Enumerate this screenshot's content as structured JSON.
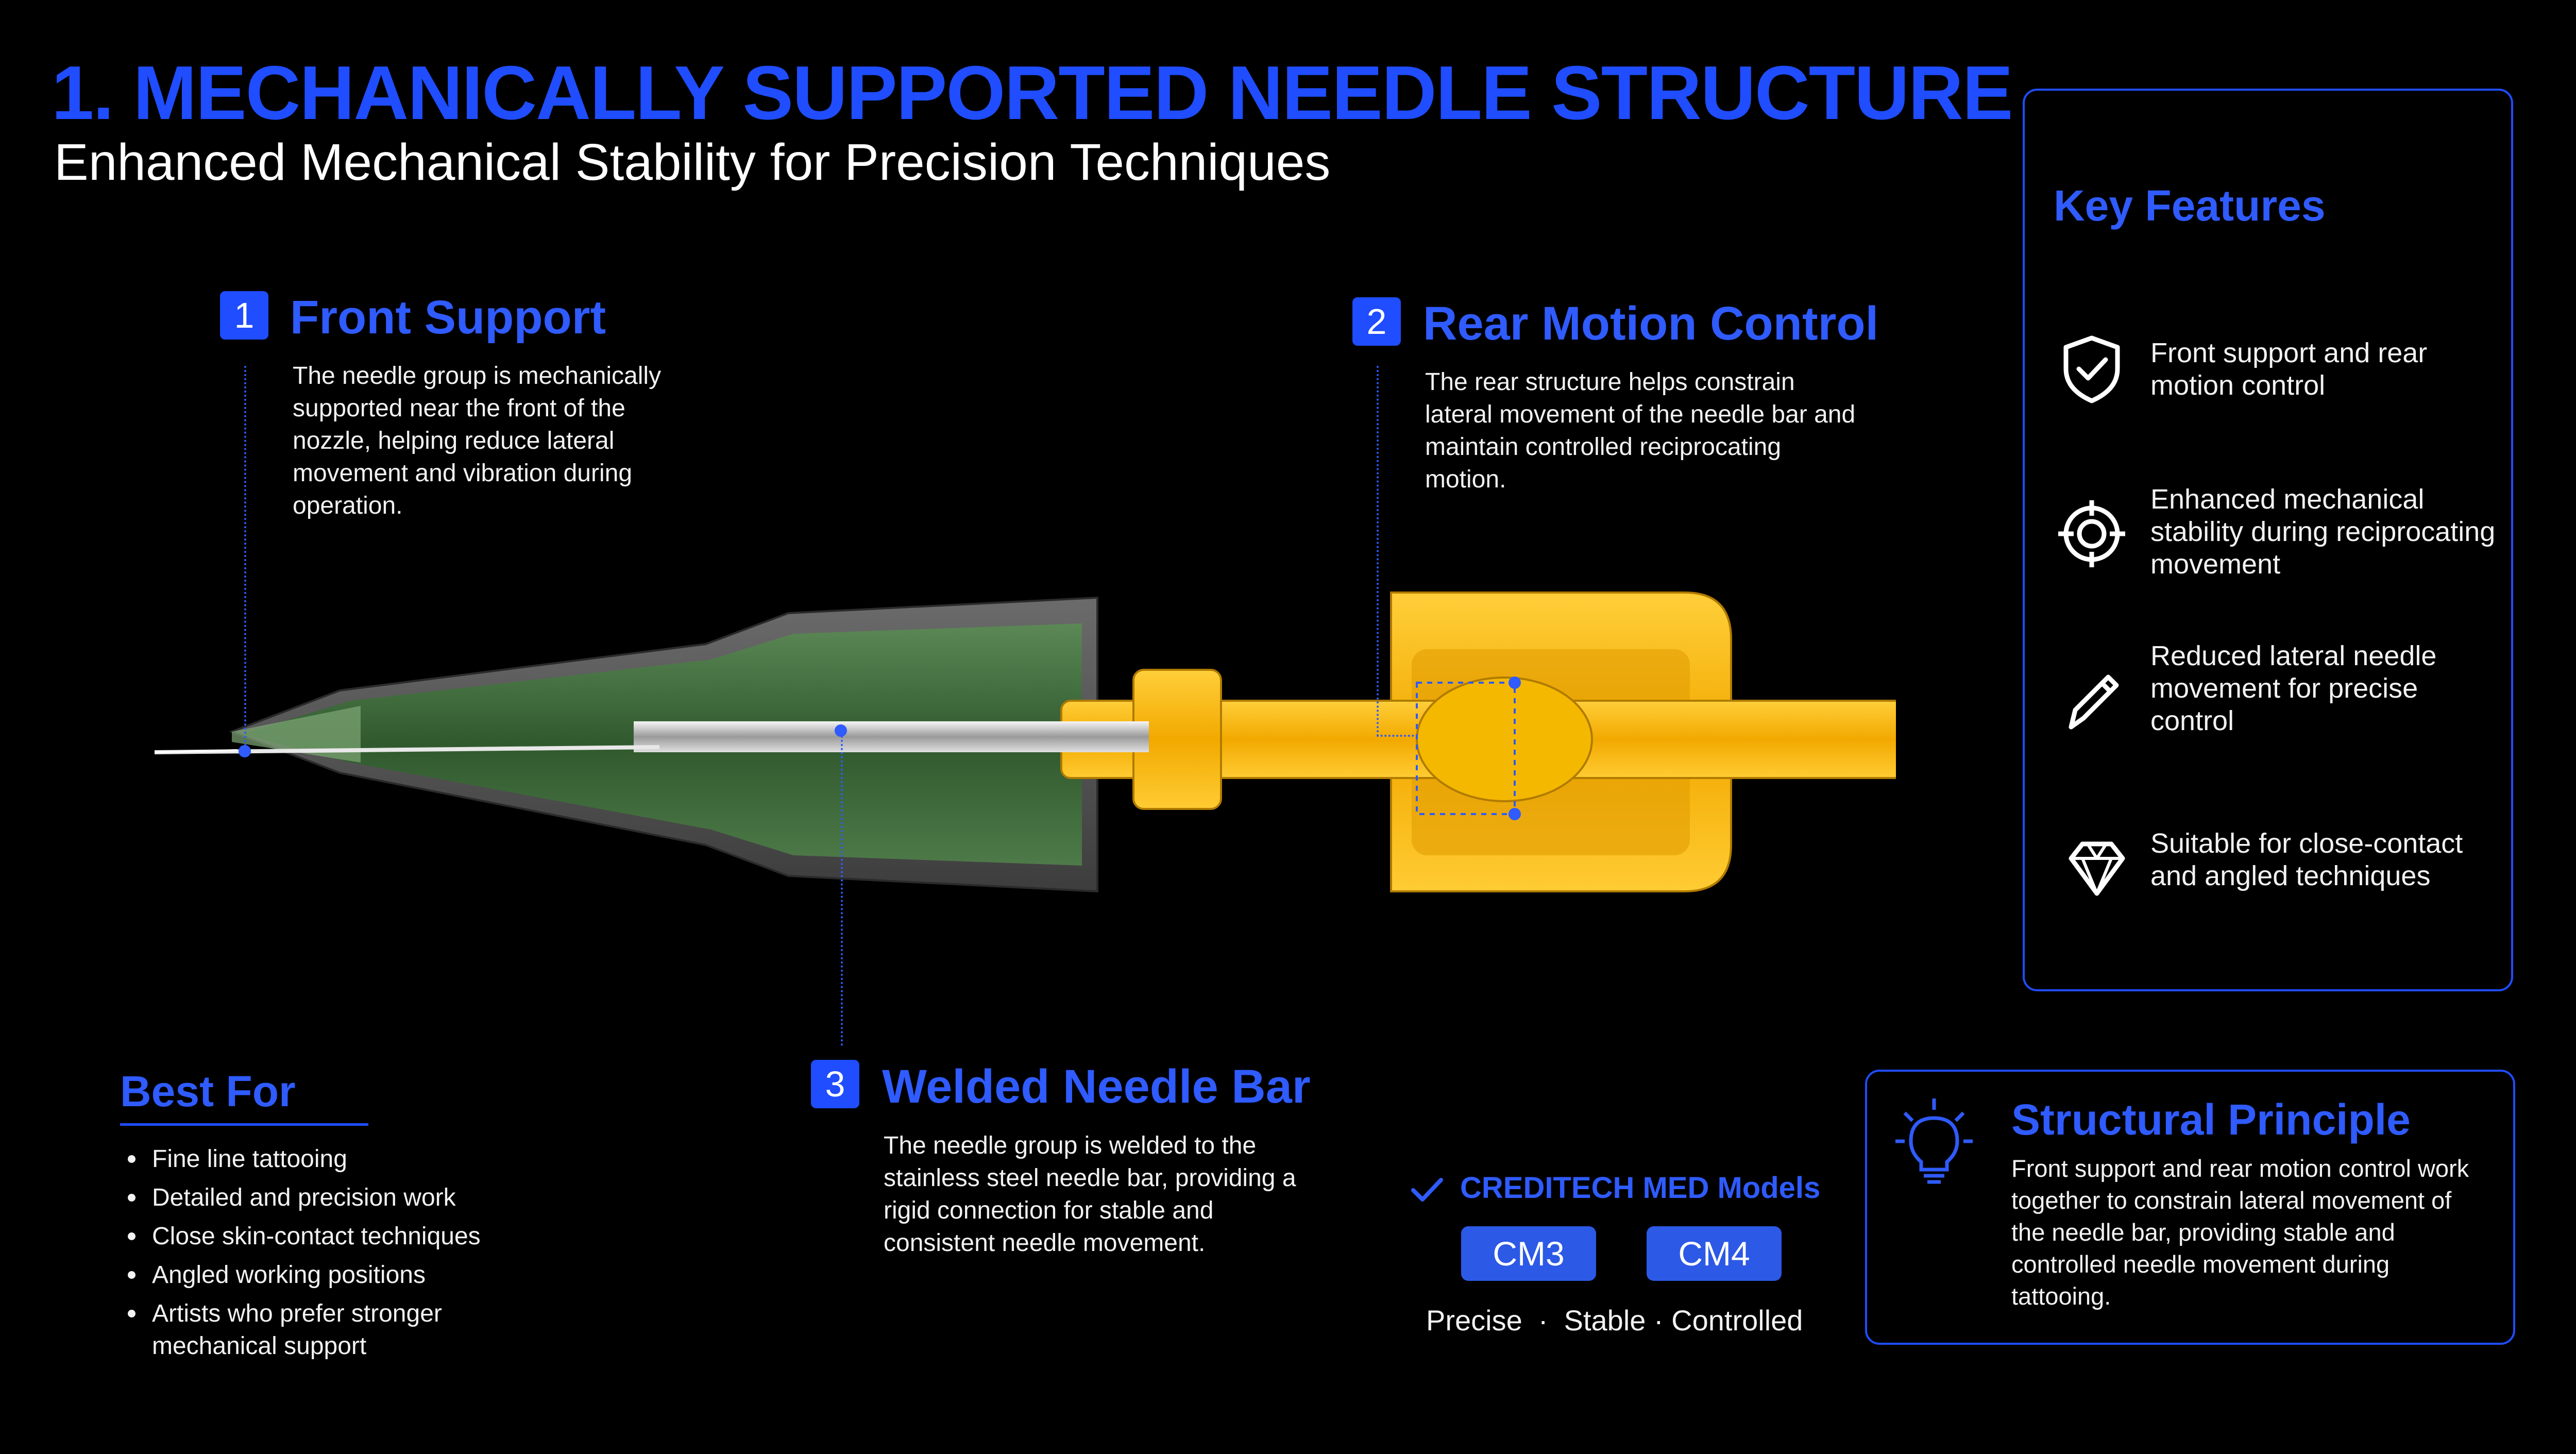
{
  "header": {
    "title": "1. MECHANICALLY SUPPORTED NEEDLE STRUCTURE",
    "subtitle": "Enhanced Mechanical Stability for Precision Techniques"
  },
  "callouts": [
    {
      "number": "1",
      "title": "Front Support",
      "text": "The needle group is mechanically supported near the front of the nozzle, helping reduce lateral movement and vibration during operation."
    },
    {
      "number": "2",
      "title": "Rear Motion Control",
      "text": "The rear structure helps constrain lateral movement of the needle bar and maintain controlled reciprocating motion."
    },
    {
      "number": "3",
      "title": "Welded Needle Bar",
      "text": "The needle group is welded to the stainless steel needle bar, providing a rigid connection for stable and consistent needle movement."
    }
  ],
  "key_features": {
    "title": "Key Features",
    "items": [
      {
        "icon": "shield-check-icon",
        "text": "Front support and rear motion control"
      },
      {
        "icon": "crosshair-icon",
        "text": "Enhanced mechanical stability during reciprocating movement"
      },
      {
        "icon": "pencil-icon",
        "text": "Reduced lateral needle movement for precise control"
      },
      {
        "icon": "diamond-icon",
        "text": "Suitable for close-contact and angled techniques"
      }
    ]
  },
  "best_for": {
    "title": "Best For",
    "items": [
      "Fine line tattooing",
      "Detailed and precision work",
      "Close skin-contact techniques",
      "Angled working positions",
      "Artists who prefer stronger mechanical support"
    ]
  },
  "models": {
    "title": "CREDITECH MED Models",
    "items": [
      "CM3",
      "CM4"
    ],
    "tagline": "Precise  ·  Stable · Controlled"
  },
  "principle": {
    "title": "Structural Principle",
    "text": "Front support and rear motion control work together to constrain lateral movement of the needle bar, providing stable and controlled needle movement during tattooing."
  },
  "colors": {
    "accent": "#1f4dff",
    "accent_text": "#2f5bff",
    "nozzle_green": "#3d6b3a",
    "needle_bar_gold": "#f2b400",
    "background": "#000000"
  }
}
